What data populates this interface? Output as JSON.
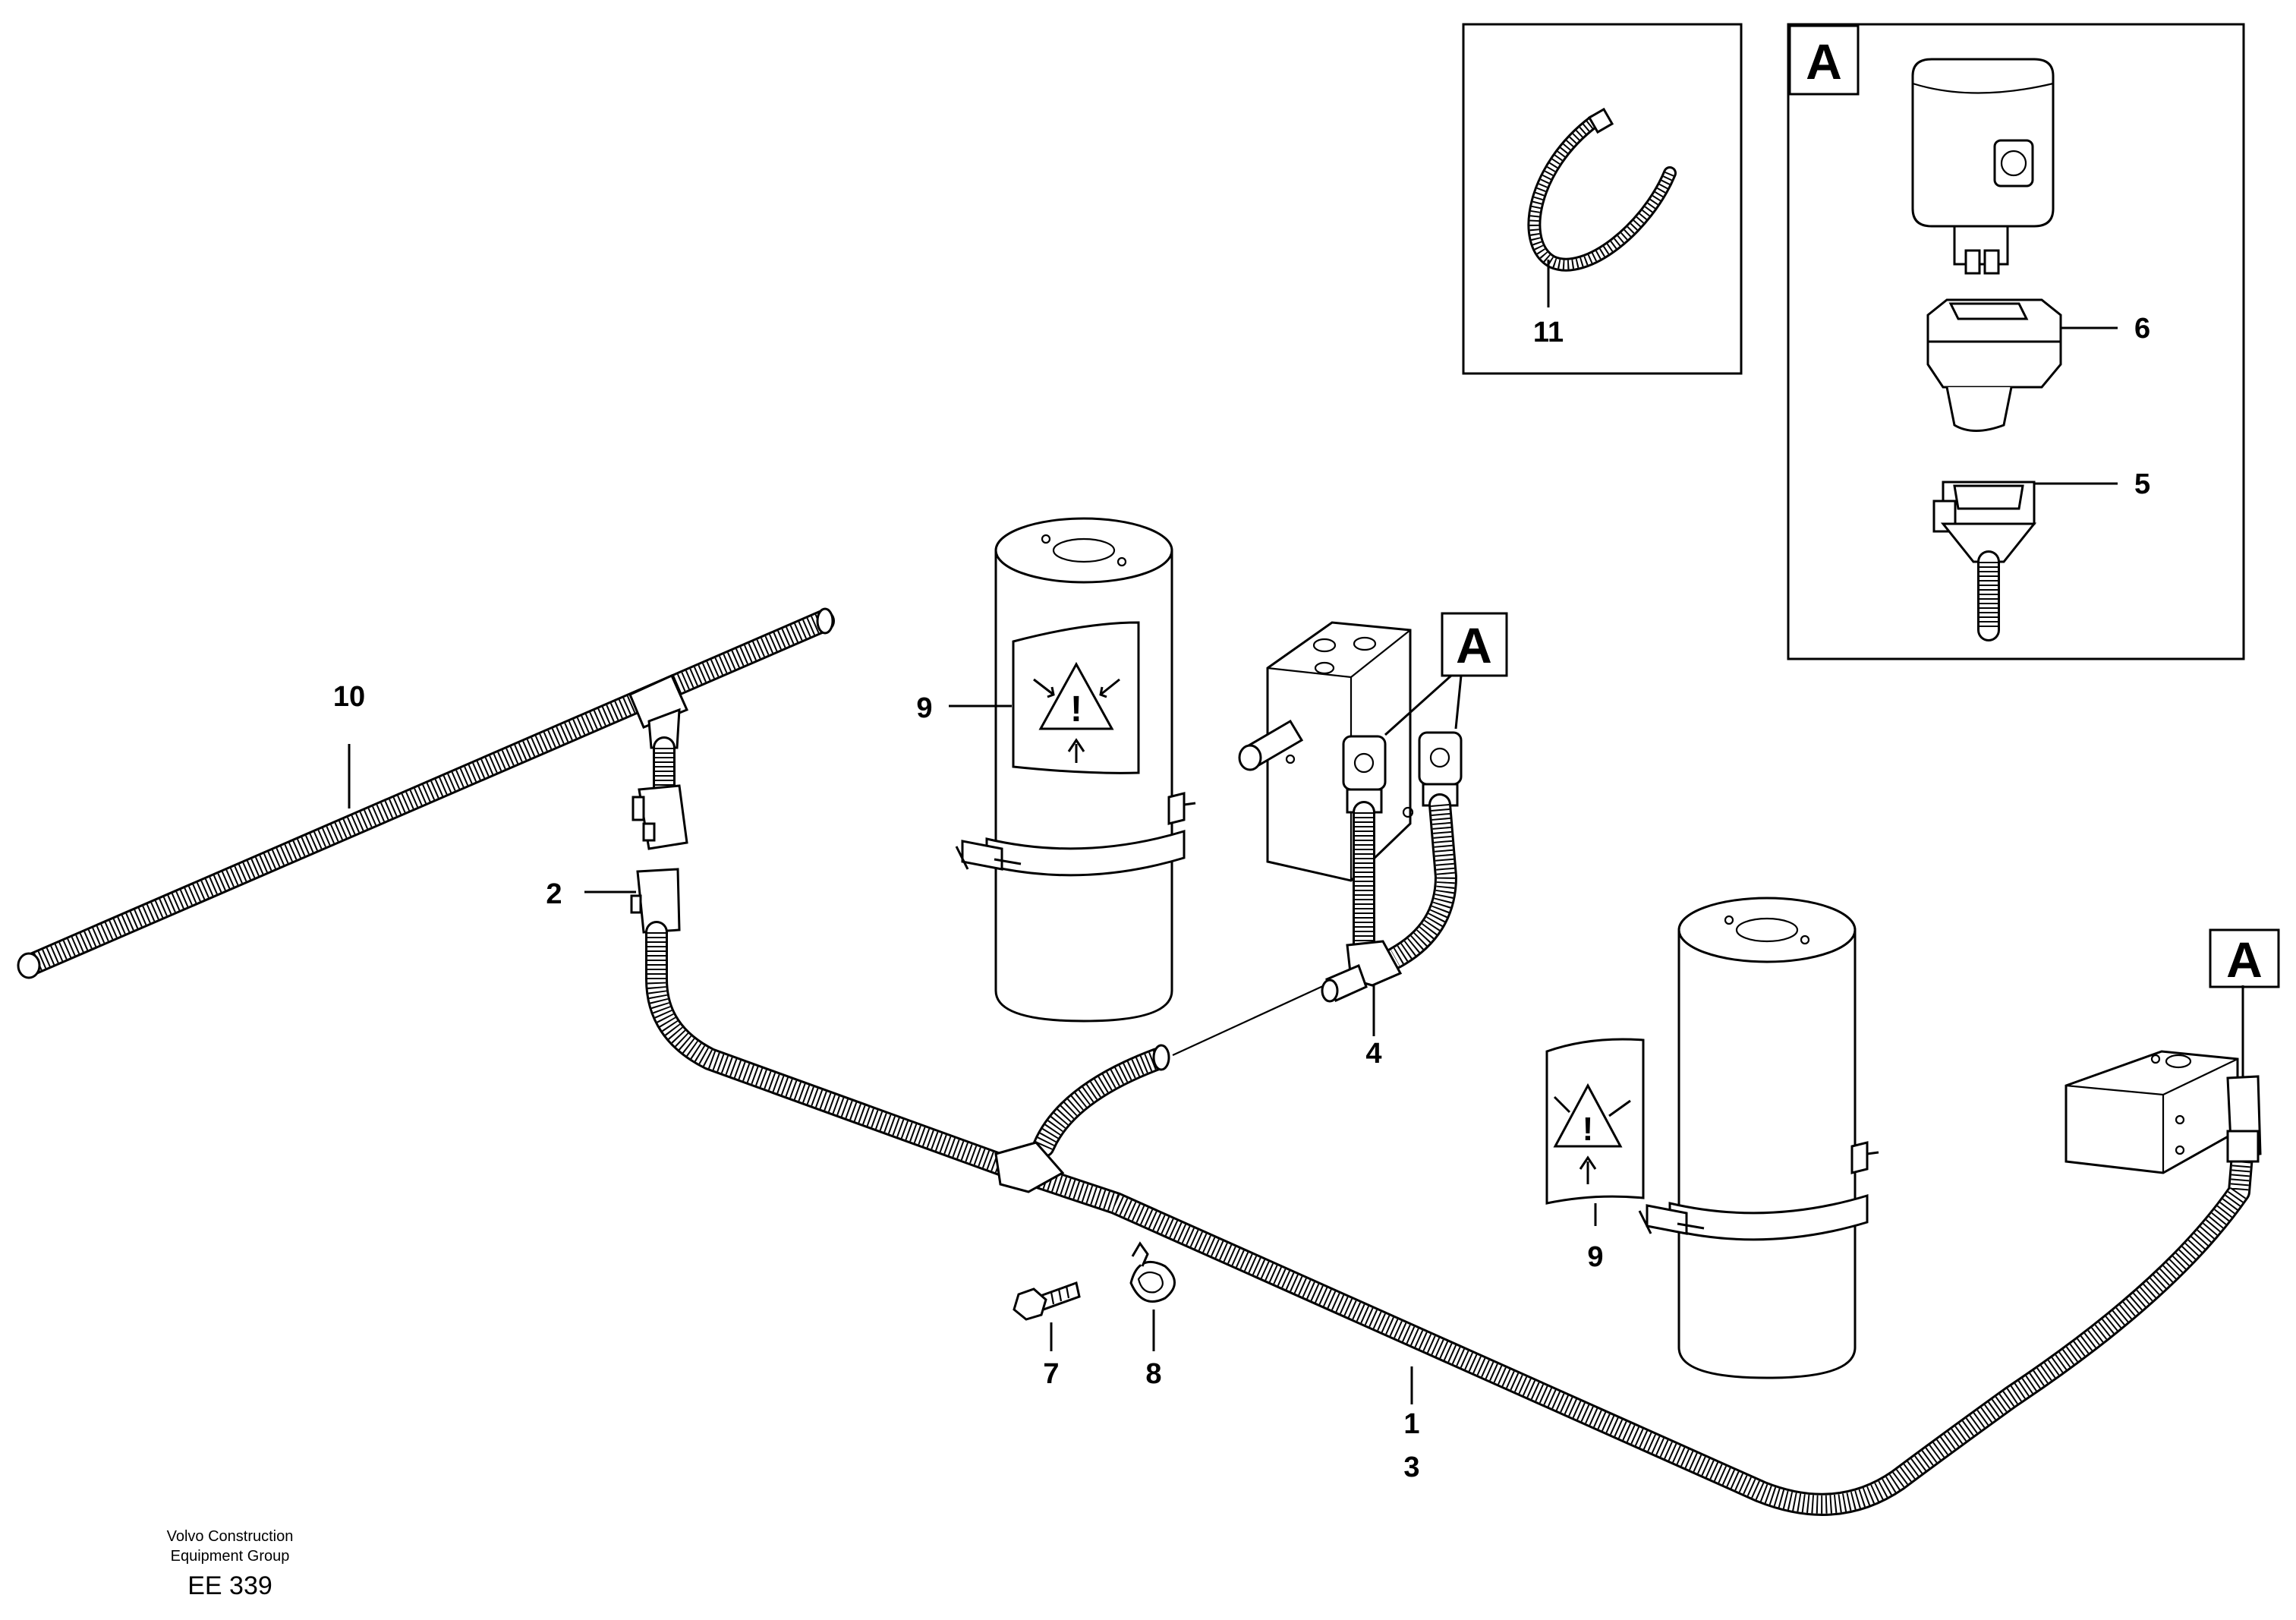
{
  "callouts": {
    "c1": "1",
    "c2": "2",
    "c3": "3",
    "c4": "4",
    "c5": "5",
    "c6": "6",
    "c7": "7",
    "c8": "8",
    "c9a": "9",
    "c9b": "9",
    "c10": "10",
    "c11": "11"
  },
  "detail_refs": {
    "inset": "A",
    "valve_block": "A",
    "solenoid_box": "A"
  },
  "footer": {
    "company_line1": "Volvo Construction",
    "company_line2": "Equipment Group",
    "code": "EE 339"
  }
}
